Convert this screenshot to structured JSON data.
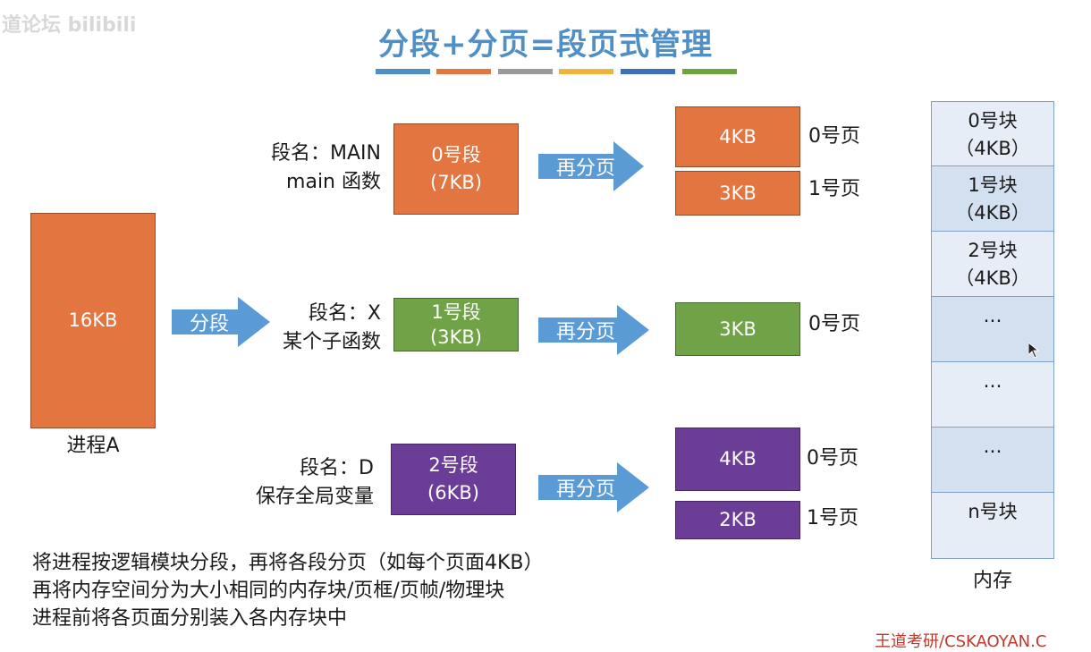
{
  "watermark": "道论坛 bilibili",
  "title": "分段+分页=段页式管理",
  "stripes": [
    "#4f8fc6",
    "#e37540",
    "#9a9a9a",
    "#f0b13d",
    "#3d6fb6",
    "#6ea23e"
  ],
  "process": {
    "size": "16KB",
    "label": "进程A"
  },
  "segment_arrow": "分段",
  "repage_arrow": "再分页",
  "segments": [
    {
      "name_line1": "段名：MAIN",
      "name_line2": "main 函数",
      "title": "0号段",
      "size": "(7KB)",
      "color": "#e37540",
      "pages": [
        {
          "size": "4KB",
          "label": "0号页"
        },
        {
          "size": "3KB",
          "label": "1号页"
        }
      ]
    },
    {
      "name_line1": "段名：X",
      "name_line2": "某个子函数",
      "title": "1号段",
      "size": "(3KB)",
      "color": "#70a348",
      "pages": [
        {
          "size": "3KB",
          "label": "0号页"
        }
      ]
    },
    {
      "name_line1": "段名：D",
      "name_line2": "保存全局变量",
      "title": "2号段",
      "size": "(6KB)",
      "color": "#6b3d96",
      "pages": [
        {
          "size": "4KB",
          "label": "0号页"
        },
        {
          "size": "2KB",
          "label": "1号页"
        }
      ]
    }
  ],
  "memory": {
    "label": "内存",
    "blocks": [
      {
        "line1": "0号块",
        "line2": "（4KB）"
      },
      {
        "line1": "1号块",
        "line2": "（4KB）"
      },
      {
        "line1": "2号块",
        "line2": "（4KB）"
      },
      {
        "line1": "…",
        "line2": ""
      },
      {
        "line1": "…",
        "line2": ""
      },
      {
        "line1": "…",
        "line2": ""
      },
      {
        "line1": "n号块",
        "line2": ""
      }
    ]
  },
  "notes": [
    "将进程按逻辑模块分段，再将各段分页（如每个页面4KB）",
    "再将内存空间分为大小相同的内存块/页框/页帧/物理块",
    "进程前将各页面分别装入各内存块中"
  ],
  "footer": "王道考研/CSKAOYAN.C"
}
